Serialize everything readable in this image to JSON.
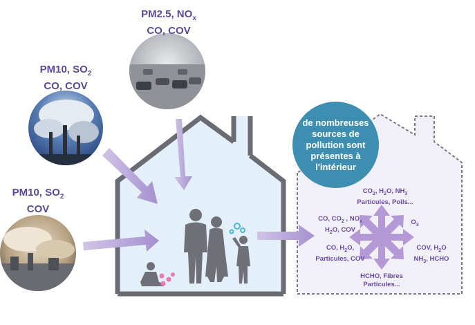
{
  "outdoor_sources": [
    {
      "line1": {
        "a": "PM2.5, NO",
        "sub": "x"
      },
      "line2": "CO, COV"
    },
    {
      "line1": {
        "a": "PM10, SO",
        "sub": "2"
      },
      "line2": "CO, COV"
    },
    {
      "line1": {
        "a": "PM10, SO",
        "sub": "2"
      },
      "line2": "COV"
    }
  ],
  "badge_text": "de nombreuses sources de pollution sont présentes à l'intérieur",
  "indoor_pollutants": {
    "top": {
      "l1a": "CO",
      "l1s1": "2",
      "l1b": ", H",
      "l1s2": "2",
      "l1c": "O, NH",
      "l1s3": "3",
      "l2": "Particules, Poils..."
    },
    "left": {
      "l1a": "CO, CO",
      "l1s1": "2",
      "l1b": " , NO",
      "l1s2": "x",
      "l2a": "H",
      "l2s": "2",
      "l2b": "O, COV"
    },
    "right": {
      "a": "O",
      "s": "3"
    },
    "bottom_left": {
      "l1a": "CO, H",
      "l1s": "2",
      "l1b": "O,",
      "l2": "Particules, COV"
    },
    "bottom_right": {
      "l1a": "COV, H",
      "l1s": "2",
      "l1b": "O",
      "l2a": "NH",
      "l2s": "3",
      "l2b": ", HCHO"
    },
    "bottom": {
      "l1": "HCHO, Fibres",
      "l2": "Particules..."
    }
  },
  "colors": {
    "purple_text": "#5b4a9a",
    "badge": "#3d8eb0",
    "house_outline": "#6b6b73",
    "house_fill": "#e3eff8",
    "arrow": "#b7a7d8"
  }
}
